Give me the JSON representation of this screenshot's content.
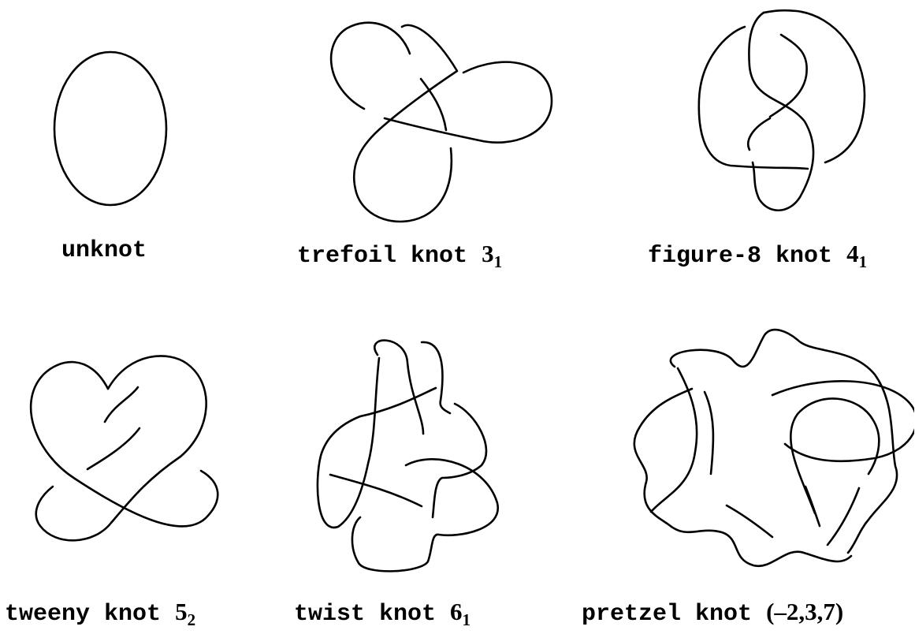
{
  "knots": [
    {
      "name": "unknot",
      "number": "",
      "index": ""
    },
    {
      "name": "trefoil knot",
      "number": "3",
      "index": "1"
    },
    {
      "name": "figure-8 knot",
      "number": "4",
      "index": "1"
    },
    {
      "name": "tweeny knot",
      "number": "5",
      "index": "2"
    },
    {
      "name": "twist knot",
      "number": "6",
      "index": "1"
    },
    {
      "name": "pretzel knot",
      "number": "(–2,3,7)",
      "index": ""
    }
  ]
}
